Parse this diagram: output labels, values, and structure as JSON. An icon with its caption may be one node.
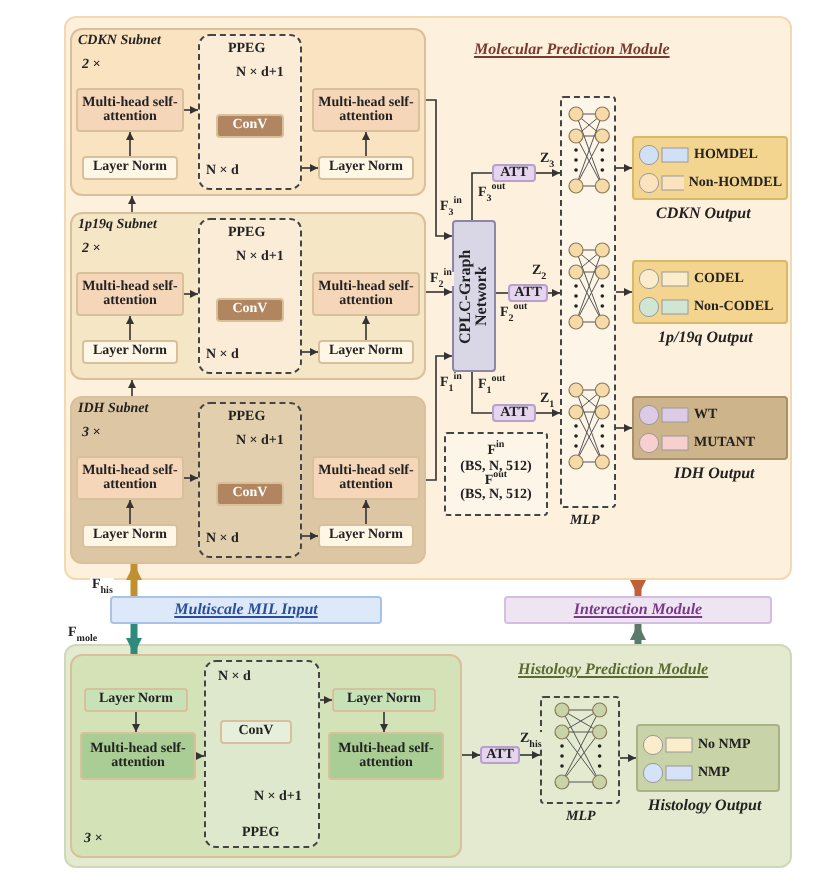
{
  "diagram": {
    "nodes": [
      {
        "text": [
          "Molecular Prediction Module"
        ]
      },
      {
        "text": [
          "CDKN Subnet",
          "2 ×"
        ],
        "in": 0
      },
      {
        "text": [
          "Multi-head self-attention"
        ],
        "in": 1
      },
      {
        "text": [
          "Layer Norm"
        ],
        "in": 1
      },
      {
        "text": [
          "PPEG",
          "N × d+1",
          "N × d"
        ],
        "in": 1
      },
      {
        "text": [
          "ConV"
        ],
        "in": 4
      },
      {
        "text": [
          "Multi-head self-attention"
        ],
        "in": 1
      },
      {
        "text": [
          "Layer Norm"
        ],
        "in": 1
      },
      {
        "text": [
          "1p19q Subnet",
          "2 ×"
        ],
        "in": 0
      },
      {
        "text": [
          "Multi-head self-attention"
        ],
        "in": 8
      },
      {
        "text": [
          "Layer Norm"
        ],
        "in": 8
      },
      {
        "text": [
          "PPEG",
          "N × d+1",
          "N × d"
        ],
        "in": 8
      },
      {
        "text": [
          "ConV"
        ],
        "in": 11
      },
      {
        "text": [
          "Multi-head self-attention"
        ],
        "in": 8
      },
      {
        "text": [
          "Layer Norm"
        ],
        "in": 8
      },
      {
        "text": [
          "IDH Subnet",
          "3 ×"
        ],
        "in": 0
      },
      {
        "text": [
          "Multi-head self-attention"
        ],
        "in": 15
      },
      {
        "text": [
          "Layer Norm"
        ],
        "in": 15
      },
      {
        "text": [
          "PPEG",
          "N × d+1",
          "N × d"
        ],
        "in": 15
      },
      {
        "text": [
          "ConV"
        ],
        "in": 18
      },
      {
        "text": [
          "Multi-head self-attention"
        ],
        "in": 15
      },
      {
        "text": [
          "Layer Norm"
        ],
        "in": 15
      },
      {
        "text": [
          "CPLC-Graph Network"
        ],
        "in": 0
      },
      {
        "text": [
          "ATT"
        ],
        "in": 0
      },
      {
        "text": [
          "ATT"
        ],
        "in": 0
      },
      {
        "text": [
          "ATT"
        ],
        "in": 0
      },
      {
        "text": [
          "MLP"
        ],
        "in": 0
      },
      {
        "text": [
          "CDKN Output"
        ],
        "in": 0
      },
      {
        "text": [
          "HOMDEL"
        ],
        "in": 27
      },
      {
        "text": [
          "Non-HOMDEL"
        ],
        "in": 27
      },
      {
        "text": [
          "1p/19q Output"
        ],
        "in": 0
      },
      {
        "text": [
          "CODEL"
        ],
        "in": 30
      },
      {
        "text": [
          "Non-CODEL"
        ],
        "in": 30
      },
      {
        "text": [
          "IDH Output"
        ],
        "in": 0
      },
      {
        "text": [
          "WT"
        ],
        "in": 33
      },
      {
        "text": [
          "MUTANT"
        ],
        "in": 33
      },
      {
        "text": [
          "F$^{in}$",
          "(BS, N, 512)",
          "F$^{out}$",
          "(BS, N, 512)"
        ],
        "in": 0
      },
      {
        "text": [
          "Multiscale MIL Input"
        ]
      },
      {
        "text": [
          "Interaction Module"
        ]
      },
      {
        "text": [
          "Histology Prediction Module"
        ]
      },
      {
        "text": [
          "3 ×"
        ],
        "in": 39
      },
      {
        "text": [
          "Layer Norm"
        ],
        "in": 40
      },
      {
        "text": [
          "Multi-head self-attention"
        ],
        "in": 40
      },
      {
        "text": [
          "N × d",
          "N × d+1",
          "PPEG"
        ],
        "in": 40
      },
      {
        "text": [
          "ConV"
        ],
        "in": 43
      },
      {
        "text": [
          "Layer Norm"
        ],
        "in": 40
      },
      {
        "text": [
          "Multi-head self-attention"
        ],
        "in": 40
      },
      {
        "text": [
          "ATT"
        ],
        "in": 39
      },
      {
        "text": [
          "MLP"
        ],
        "in": 39
      },
      {
        "text": [
          "Histology Output"
        ],
        "in": 39
      },
      {
        "text": [
          "No NMP"
        ],
        "in": 49
      },
      {
        "text": [
          "NMP"
        ],
        "in": 49
      }
    ],
    "edges": [
      {
        "from": 3,
        "to": 2,
        "arrow": "to"
      },
      {
        "from": 2,
        "to": 4,
        "arrow": "to"
      },
      {
        "from": 4,
        "to": 7,
        "arrow": "to"
      },
      {
        "from": 7,
        "to": 6,
        "arrow": "to"
      },
      {
        "from": 10,
        "to": 9,
        "arrow": "to"
      },
      {
        "from": 9,
        "to": 11,
        "arrow": "to"
      },
      {
        "from": 11,
        "to": 14,
        "arrow": "to"
      },
      {
        "from": 14,
        "to": 13,
        "arrow": "to"
      },
      {
        "from": 17,
        "to": 16,
        "arrow": "to"
      },
      {
        "from": 16,
        "to": 18,
        "arrow": "to"
      },
      {
        "from": 18,
        "to": 21,
        "arrow": "to"
      },
      {
        "from": 21,
        "to": 20,
        "arrow": "to"
      },
      {
        "from": 15,
        "to": 8,
        "arrow": "to"
      },
      {
        "from": 8,
        "to": 1,
        "arrow": "to"
      },
      {
        "from": 1,
        "to": 22,
        "label": "F$_{3}$$^{in}$",
        "arrow": "to"
      },
      {
        "from": 8,
        "to": 22,
        "label": "F$_{2}$$^{in}$",
        "arrow": "to"
      },
      {
        "from": 15,
        "to": 22,
        "label": "F$_{1}$$^{in}$",
        "arrow": "to"
      },
      {
        "from": 22,
        "to": 23,
        "label": "F$_{3}$$^{out}$",
        "arrow": "none"
      },
      {
        "from": 22,
        "to": 24,
        "label": "F$_{2}$$^{out}$",
        "arrow": "none"
      },
      {
        "from": 22,
        "to": 25,
        "label": "F$_{1}$$^{out}$",
        "arrow": "none"
      },
      {
        "from": 23,
        "to": 26,
        "label": "Z$_{3}$",
        "arrow": "to"
      },
      {
        "from": 24,
        "to": 26,
        "label": "Z$_{2}$",
        "arrow": "to"
      },
      {
        "from": 25,
        "to": 26,
        "label": "Z$_{1}$",
        "arrow": "to"
      },
      {
        "from": 26,
        "to": 27,
        "arrow": "to"
      },
      {
        "from": 26,
        "to": 30,
        "arrow": "to"
      },
      {
        "from": 26,
        "to": 33,
        "arrow": "to"
      },
      {
        "from": 37,
        "to": 15,
        "label": "F$_{his}$",
        "arrow": "to",
        "style": "thick",
        "color": "#c09030"
      },
      {
        "from": 37,
        "to": 40,
        "label": "F$_{mole}$",
        "arrow": "to",
        "style": "thick",
        "color": "#2e8a7a"
      },
      {
        "from": 0,
        "to": 38,
        "arrow": "to",
        "style": "thick",
        "color": "#c0603a"
      },
      {
        "from": 39,
        "to": 38,
        "arrow": "to",
        "style": "thick",
        "color": "#5a7a6a"
      },
      {
        "from": 41,
        "to": 42,
        "arrow": "to"
      },
      {
        "from": 42,
        "to": 43,
        "arrow": "to"
      },
      {
        "from": 43,
        "to": 45,
        "arrow": "to"
      },
      {
        "from": 45,
        "to": 46,
        "arrow": "to"
      },
      {
        "from": 40,
        "to": 47,
        "arrow": "to"
      },
      {
        "from": 47,
        "to": 48,
        "label": "Z$_{his}$",
        "arrow": "to"
      },
      {
        "from": 48,
        "to": 49,
        "arrow": "to"
      }
    ]
  }
}
